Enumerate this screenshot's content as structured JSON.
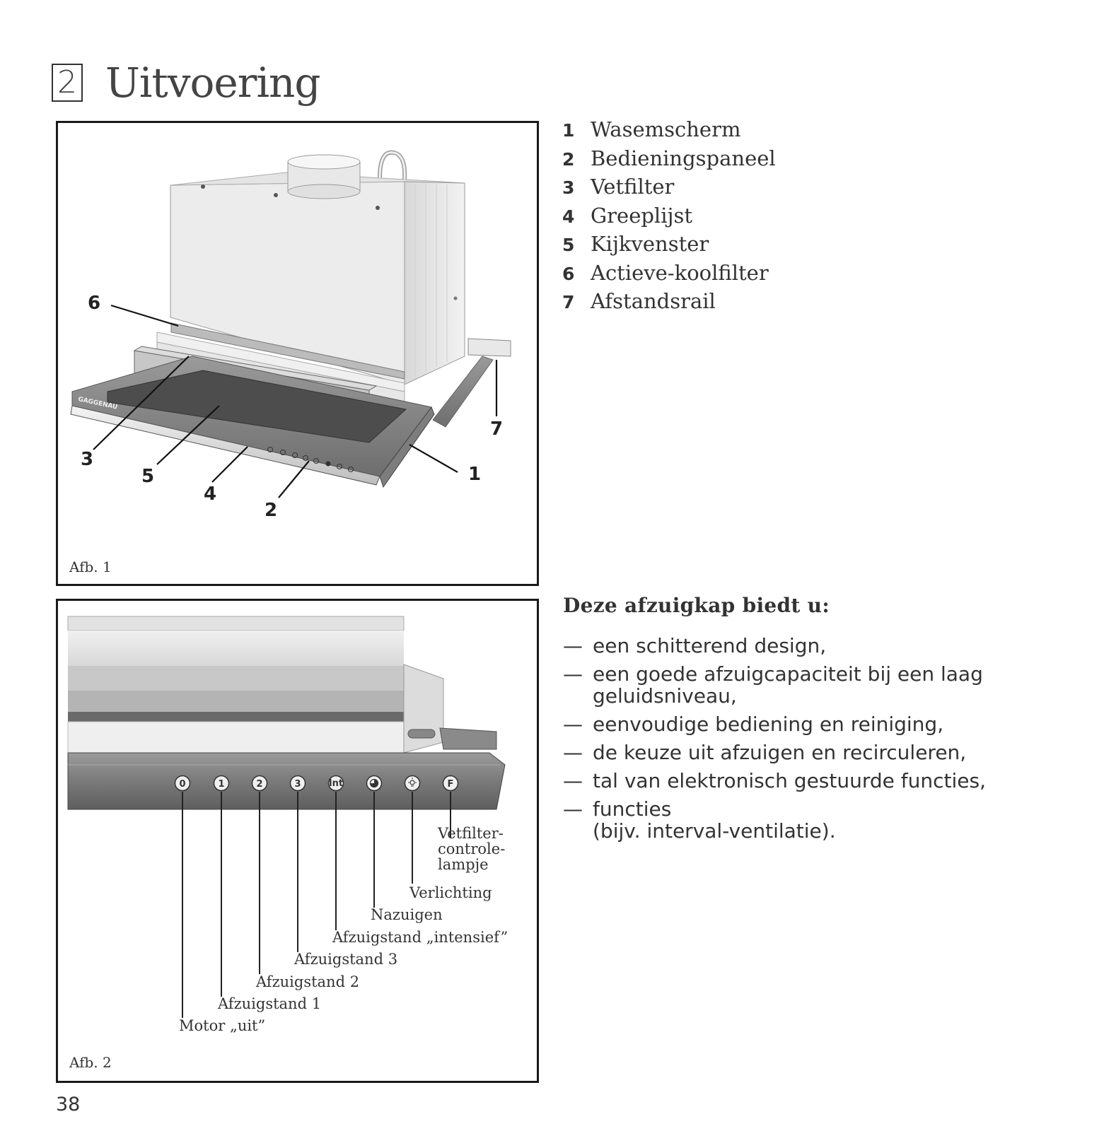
{
  "section": {
    "number": "2",
    "title": "Uitvoering"
  },
  "figure1": {
    "caption": "Afb. 1",
    "brand": "GAGGENAU",
    "callouts": [
      "1",
      "2",
      "3",
      "4",
      "5",
      "6",
      "7"
    ]
  },
  "legend": [
    {
      "num": "1",
      "text": "Wasemscherm"
    },
    {
      "num": "2",
      "text": "Bedieningspaneel"
    },
    {
      "num": "3",
      "text": "Vetfilter"
    },
    {
      "num": "4",
      "text": "Greeplijst"
    },
    {
      "num": "5",
      "text": "Kijkvenster"
    },
    {
      "num": "6",
      "text": "Actieve-koolfilter"
    },
    {
      "num": "7",
      "text": "Afstandsrail"
    }
  ],
  "figure2": {
    "caption": "Afb. 2",
    "buttons": [
      {
        "glyph": "0",
        "label": "Motor „uit”"
      },
      {
        "glyph": "1",
        "label": "Afzuigstand 1"
      },
      {
        "glyph": "2",
        "label": "Afzuigstand 2"
      },
      {
        "glyph": "3",
        "label": "Afzuigstand 3"
      },
      {
        "glyph": "Int",
        "label": "Afzuigstand „intensief”"
      },
      {
        "glyph": "",
        "label": "Nazuigen",
        "icon": "timer-icon"
      },
      {
        "glyph": "",
        "label": "Verlichting",
        "icon": "light-icon"
      },
      {
        "glyph": "F",
        "label": "Vetfilter-\ncontrole-\nlampje"
      }
    ]
  },
  "features": {
    "title": "Deze afzuigkap biedt u:",
    "dash": "—",
    "items": [
      "een schitterend design,",
      "een goede afzuigcapaciteit bij een laag\ngeluidsniveau,",
      "eenvoudige bediening en reiniging,",
      "de keuze uit afzuigen en recirculeren,",
      "tal van elektronisch gestuurde functies,",
      "functies\n(bijv. interval-ventilatie)."
    ]
  },
  "page_number": "38"
}
